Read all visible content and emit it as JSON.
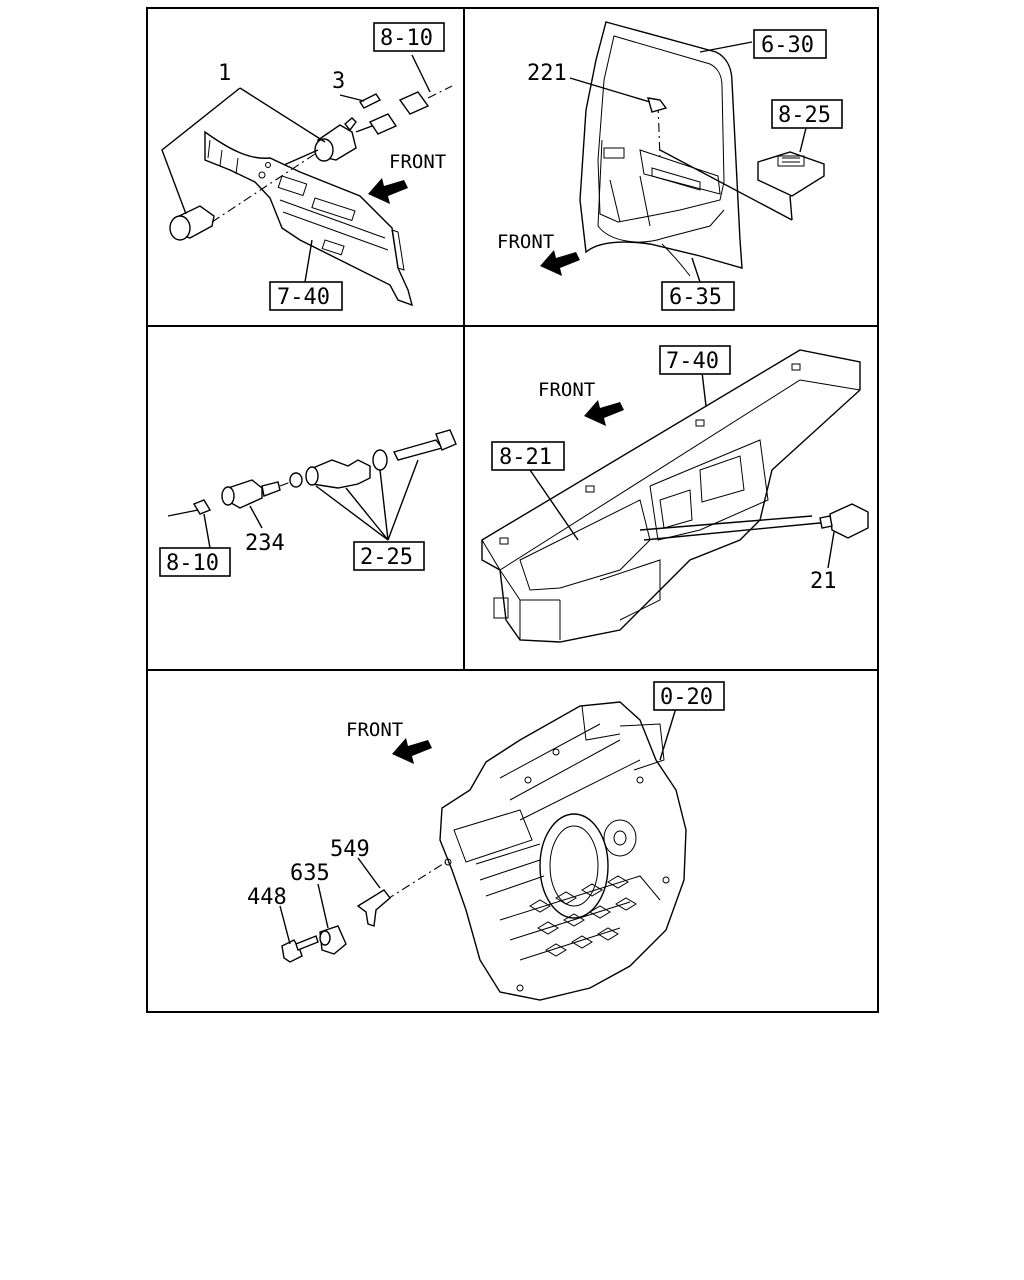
{
  "panels": [
    {
      "id": "cab-switch",
      "front_label": "FRONT",
      "labels": {
        "part_1": "1",
        "part_3": "3"
      },
      "refs": {
        "connector": "8-10",
        "dash_panel": "7-40"
      }
    },
    {
      "id": "door-switch",
      "front_label": "FRONT",
      "labels": {
        "part_221": "221"
      },
      "refs": {
        "door": "6-30",
        "switch_unit": "8-25",
        "door_trim": "6-35"
      }
    },
    {
      "id": "speed-sensor",
      "front_label": "",
      "labels": {
        "part_234": "234"
      },
      "refs": {
        "connector": "8-10",
        "drive_gear": "2-25"
      }
    },
    {
      "id": "instrument-panel",
      "front_label": "FRONT",
      "labels": {
        "part_21": "21"
      },
      "refs": {
        "dash_panel": "7-40",
        "cluster": "8-21"
      }
    },
    {
      "id": "flywheel-housing",
      "front_label": "FRONT",
      "labels": {
        "part_549": "549",
        "part_635": "635",
        "part_448": "448"
      },
      "refs": {
        "housing": "0-20"
      }
    }
  ],
  "icons": [
    "front-arrow-icon"
  ]
}
